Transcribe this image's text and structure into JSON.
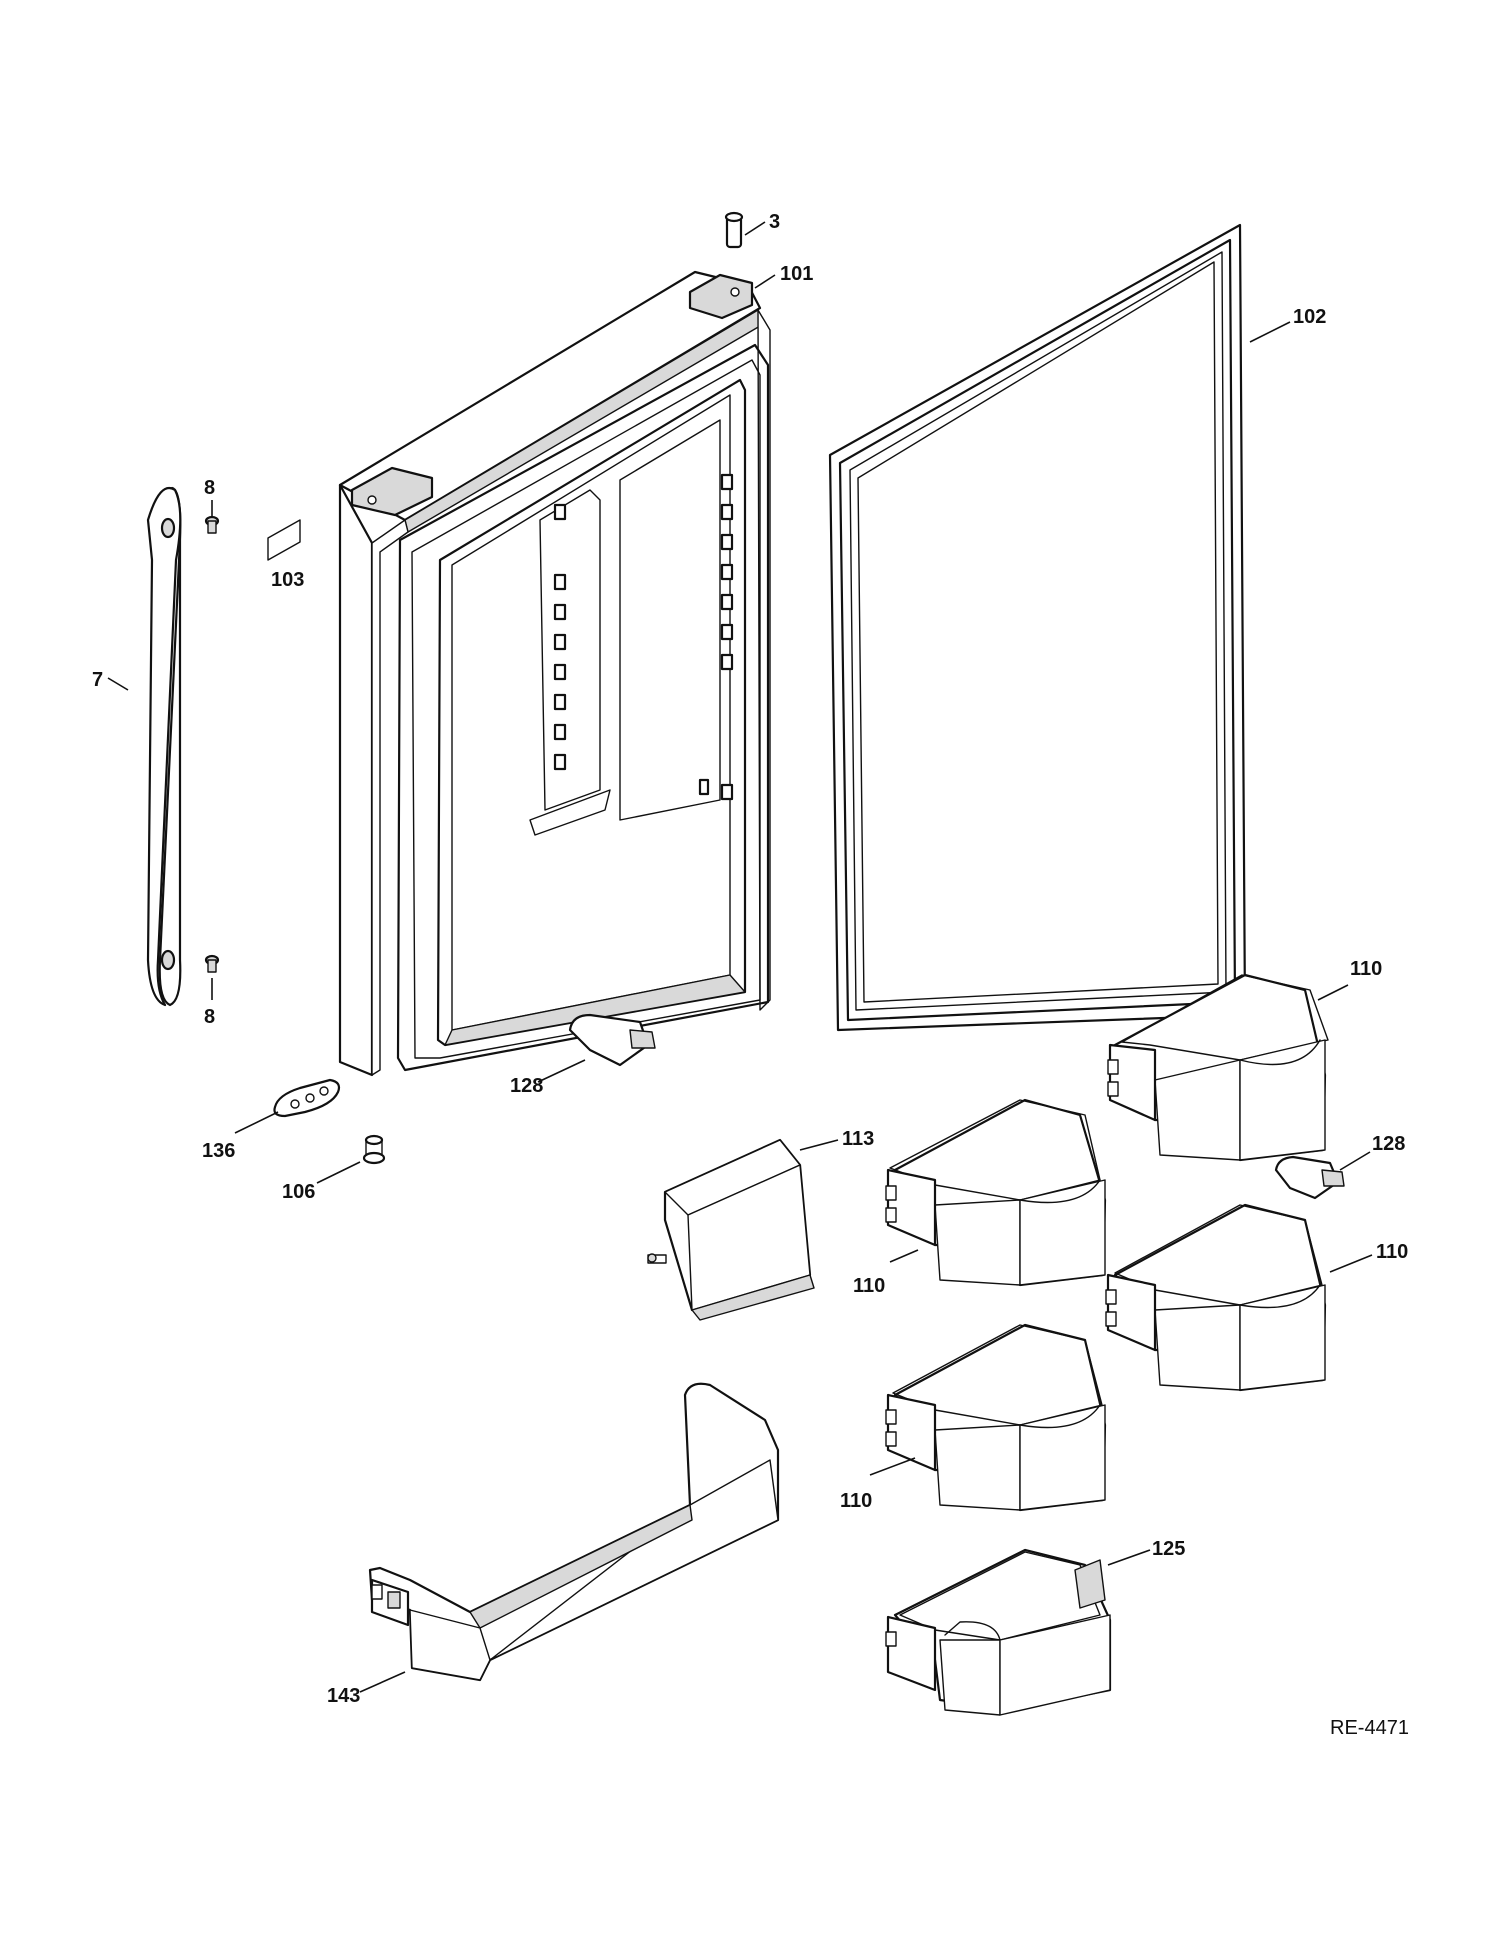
{
  "callouts": {
    "c3": "3",
    "c101": "101",
    "c102": "102",
    "c8_top": "8",
    "c8_bottom": "8",
    "c103": "103",
    "c7": "7",
    "c110_a": "110",
    "c110_b": "110",
    "c110_c": "110",
    "c110_d": "110",
    "c128_a": "128",
    "c128_b": "128",
    "c136": "136",
    "c106": "106",
    "c113": "113",
    "c125": "125",
    "c143": "143"
  },
  "reference_code": "RE-4471"
}
